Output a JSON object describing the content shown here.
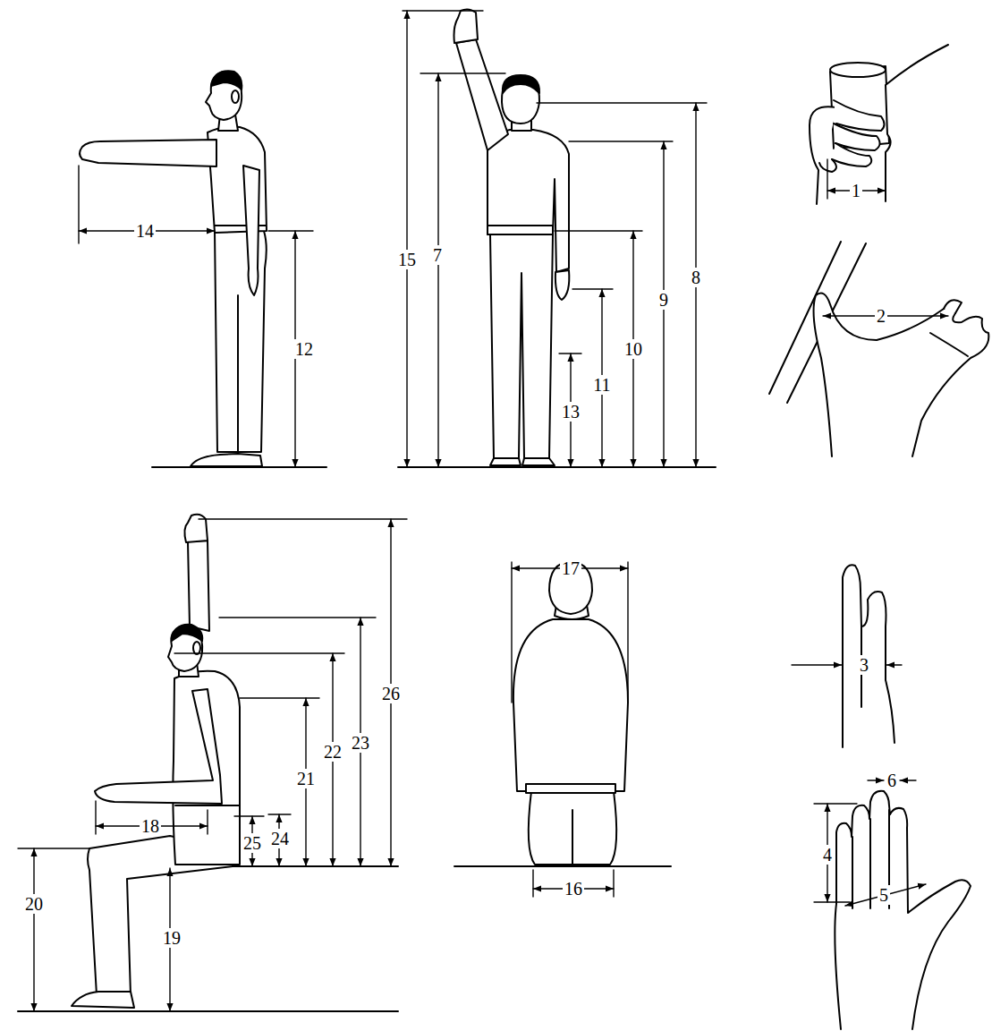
{
  "diagram": {
    "labels": [
      "14",
      "15",
      "7",
      "8",
      "9",
      "10",
      "12",
      "11",
      "13",
      "1",
      "2",
      "3",
      "6",
      "4",
      "5",
      "17",
      "18",
      "26",
      "23",
      "22",
      "21",
      "25",
      "24",
      "20",
      "19",
      "16"
    ]
  }
}
